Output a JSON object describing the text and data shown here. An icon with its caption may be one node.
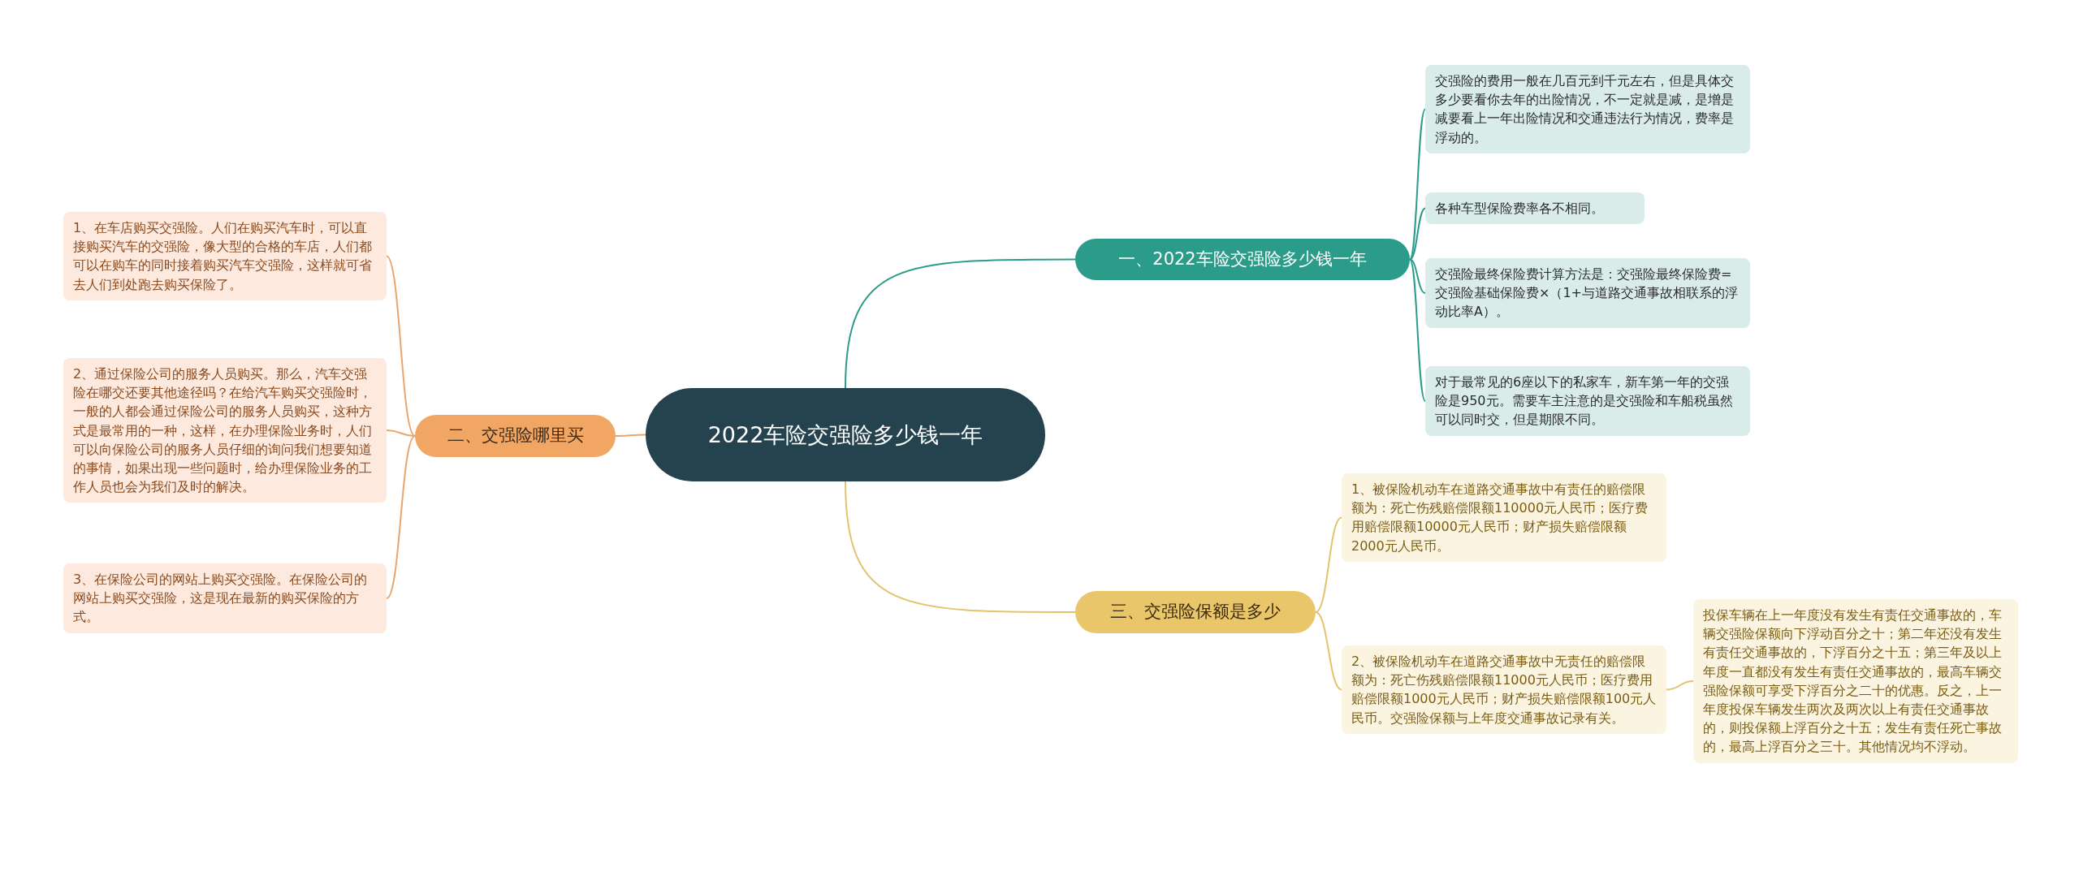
{
  "diagram": {
    "nodes": [
      {
        "text": [
          "2022车险交强险多少钱一年"
        ]
      },
      {
        "text": [
          "一、2022车险交强险多少钱一年"
        ]
      },
      {
        "text": [
          "交强险的费用一般在几百元到千元左右，但是具体交多少要看你去年的出险情况，不一定就是减，是增是减要看上一年出险情况和交通违法行为情况，费率是浮动的。"
        ]
      },
      {
        "text": [
          "各种车型保险费率各不相同。"
        ]
      },
      {
        "text": [
          "交强险最终保险费计算方法是：交强险最终保险费=交强险基础保险费×（1+与道路交通事故相联系的浮动比率A）。"
        ]
      },
      {
        "text": [
          "对于最常见的6座以下的私家车，新车第一年的交强险是950元。需要车主注意的是交强险和车船税虽然可以同时交，但是期限不同。"
        ]
      },
      {
        "text": [
          "二、交强险哪里买"
        ]
      },
      {
        "text": [
          "1、在车店购买交强险。人们在购买汽车时，可以直接购买汽车的交强险，像大型的合格的车店，人们都可以在购车的同时接着购买汽车交强险，这样就可省去人们到处跑去购买保险了。"
        ]
      },
      {
        "text": [
          "2、通过保险公司的服务人员购买。那么，汽车交强险在哪交还要其他途径吗？在给汽车购买交强险时，一般的人都会通过保险公司的服务人员购买，这种方式是最常用的一种，这样，在办理保险业务时，人们可以向保险公司的服务人员仔细的询问我们想要知道的事情，如果出现一些问题时，给办理保险业务的工作人员也会为我们及时的解决。"
        ]
      },
      {
        "text": [
          "3、在保险公司的网站上购买交强险。在保险公司的网站上购买交强险，这是现在最新的购买保险的方式。"
        ]
      },
      {
        "text": [
          "三、交强险保额是多少"
        ]
      },
      {
        "text": [
          "1、被保险机动车在道路交通事故中有责任的赔偿限额为：死亡伤残赔偿限额110000元人民币；医疗费用赔偿限额10000元人民币；财产损失赔偿限额2000元人民币。"
        ]
      },
      {
        "text": [
          "2、被保险机动车在道路交通事故中无责任的赔偿限额为：死亡伤残赔偿限额11000元人民币；医疗费用赔偿限额1000元人民币；财产损失赔偿限额100元人民币。交强险保额与上年度交通事故记录有关。"
        ]
      },
      {
        "text": [
          "投保车辆在上一年度没有发生有责任交通事故的，车辆交强险保额向下浮动百分之十；第二年还没有发生有责任交通事故的，下浮百分之十五；第三年及以上年度一直都没有发生有责任交通事故的，最高车辆交强险保额可享受下浮百分之二十的优惠。反之，上一年度投保车辆发生两次及两次以上有责任交通事故的，则投保额上浮百分之十五；发生有责任死亡事故的，最高上浮百分之三十。其他情况均不浮动。"
        ]
      }
    ],
    "edges": [
      {
        "from": 0,
        "to": 1,
        "arrow": "none"
      },
      {
        "from": 1,
        "to": 2,
        "arrow": "none"
      },
      {
        "from": 1,
        "to": 3,
        "arrow": "none"
      },
      {
        "from": 1,
        "to": 4,
        "arrow": "none"
      },
      {
        "from": 1,
        "to": 5,
        "arrow": "none"
      },
      {
        "from": 0,
        "to": 6,
        "arrow": "none",
        "color": "#e9a56e"
      },
      {
        "from": 6,
        "to": 7,
        "arrow": "none",
        "color": "#e9a56e"
      },
      {
        "from": 6,
        "to": 8,
        "arrow": "none",
        "color": "#e9a56e"
      },
      {
        "from": 6,
        "to": 9,
        "arrow": "none",
        "color": "#e9a56e"
      },
      {
        "from": 0,
        "to": 10,
        "arrow": "none",
        "color": "#e2c46c"
      },
      {
        "from": 10,
        "to": 11,
        "arrow": "none",
        "color": "#e2c46c"
      },
      {
        "from": 10,
        "to": 12,
        "arrow": "none",
        "color": "#e2c46c"
      },
      {
        "from": 12,
        "to": 13,
        "arrow": "none",
        "color": "#e2c46c"
      }
    ]
  }
}
